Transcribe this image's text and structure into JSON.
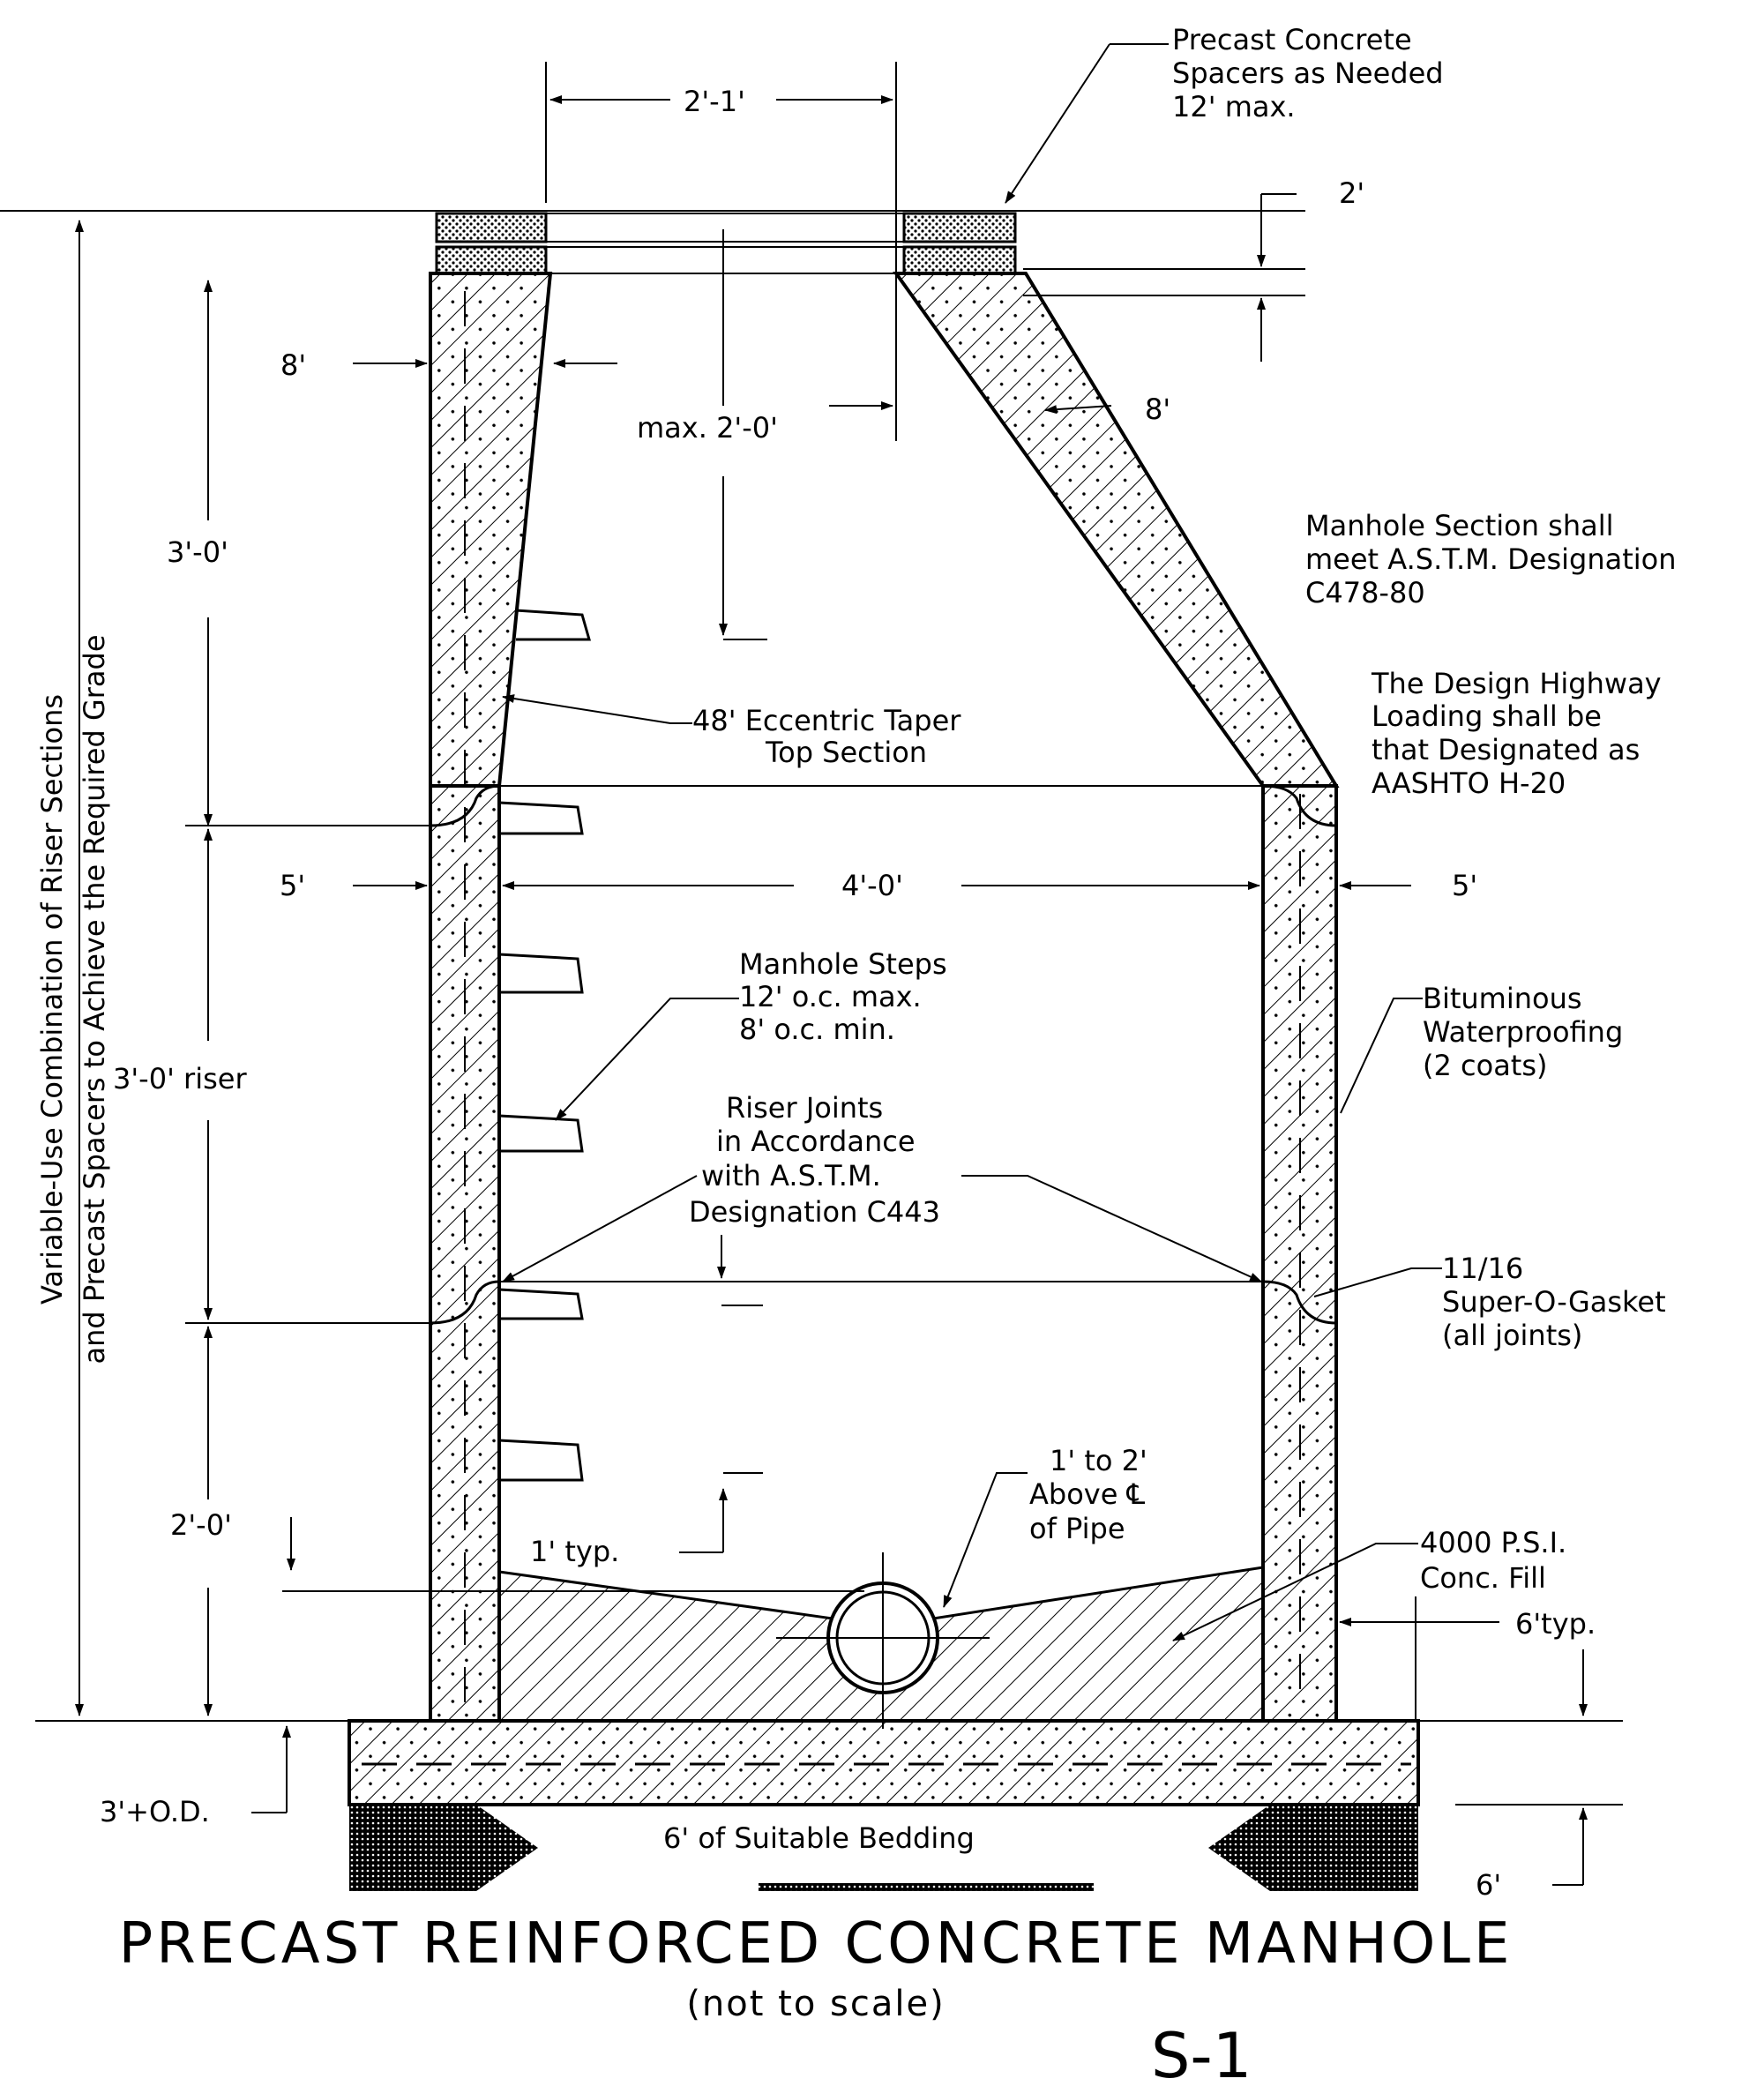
{
  "drawing": {
    "title": "PRECAST REINFORCED CONCRETE MANHOLE",
    "subtitle": "(not to scale)",
    "sheet_number": "S-1"
  },
  "notes": {
    "spacers": [
      "Precast Concrete",
      "Spacers as Needed",
      "12' max."
    ],
    "astm_section": [
      "Manhole Section shall",
      "meet A.S.T.M. Designation",
      "C478-80"
    ],
    "loading": [
      "The Design Highway",
      "Loading shall be",
      "that Designated as",
      "AASHTO H-20"
    ],
    "taper": [
      "48' Eccentric Taper",
      "Top Section"
    ],
    "steps": [
      "Manhole Steps",
      "12' o.c. max.",
      "8' o.c. min."
    ],
    "waterproofing": [
      "Bituminous",
      "Waterproofing",
      "(2 coats)"
    ],
    "riser_joints": [
      "Riser Joints",
      "in Accordance",
      "with A.S.T.M.",
      "Designation C443"
    ],
    "gasket": [
      "11/16",
      "Super-O-Gasket",
      "(all joints)"
    ],
    "pipe": [
      "1' to 2'",
      "Above ℄",
      "of Pipe"
    ],
    "fill": [
      "4000 P.S.I.",
      "Conc. Fill"
    ],
    "bedding": "6' of Suitable Bedding",
    "variable_use": [
      "Variable-Use Combination of Riser Sections",
      "and Precast Spacers to Achieve the Required Grade"
    ]
  },
  "dimensions": {
    "opening": "2'-1'",
    "spacer_height": "2'",
    "cone_wall_left": "8'",
    "cone_wall_right": "8'",
    "max_offset": "max. 2'-0'",
    "top_section": "3'-0'",
    "wall_left": "5'",
    "inside_diameter": "4'-0'",
    "wall_right": "5'",
    "riser": "3'-0' riser",
    "bottom_section": "2'-0'",
    "typ_1": "1' typ.",
    "typ_6": "6'typ.",
    "base": "3'+O.D.",
    "bedding_depth": "6'"
  }
}
